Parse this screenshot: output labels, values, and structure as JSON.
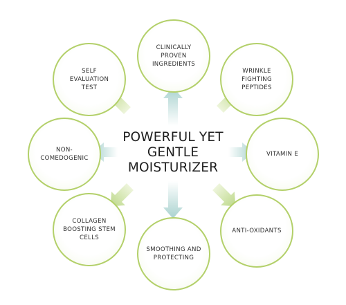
{
  "center": {
    "line1": "POWERFUL YET",
    "line2": "GENTLE",
    "line3": "MOISTURIZER"
  },
  "benefits": [
    {
      "lines": [
        "CLINICALLY",
        "PROVEN",
        "INGREDIENTS"
      ]
    },
    {
      "lines": [
        "WRINKLE",
        "FIGHTING",
        "PEPTIDES"
      ]
    },
    {
      "lines": [
        "VITAMIN E"
      ]
    },
    {
      "lines": [
        "ANTI-OXIDANTS"
      ]
    },
    {
      "lines": [
        "SMOOTHING AND",
        "PROTECTING"
      ]
    },
    {
      "lines": [
        "COLLAGEN",
        "BOOSTING STEM",
        "CELLS"
      ]
    },
    {
      "lines": [
        "NON-",
        "COMEDOGENIC"
      ]
    },
    {
      "lines": [
        "SELF",
        "EVALUATION",
        "TEST"
      ]
    }
  ],
  "colors": {
    "ring": "#b3d06a",
    "arrow_green": "#bcd889",
    "arrow_blue": "#a9d2cf"
  }
}
